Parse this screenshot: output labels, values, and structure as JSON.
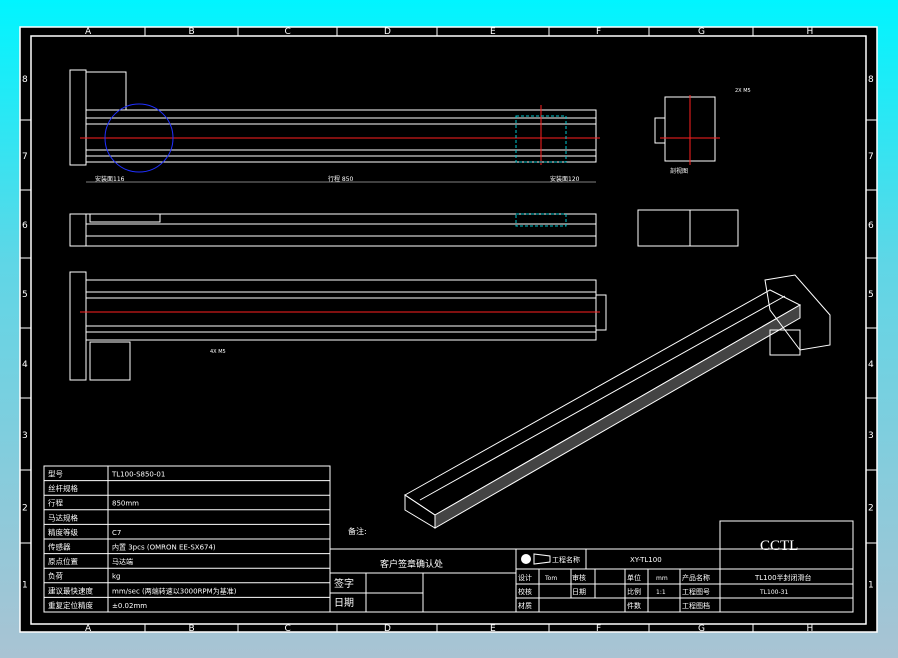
{
  "grid": {
    "columns": [
      "A",
      "B",
      "C",
      "D",
      "E",
      "F",
      "G",
      "H"
    ],
    "rows": [
      "8",
      "7",
      "6",
      "5",
      "4",
      "3",
      "2",
      "1"
    ]
  },
  "views": {
    "top_dims": {
      "left": "安装面116",
      "stroke": "行程 850",
      "right": "安装面120"
    },
    "side_label": "剖视图",
    "callout_a": "2X M5",
    "callout_b": "4X M5"
  },
  "spec_table": {
    "rows": [
      {
        "label": "型号",
        "value": "TL100-S850-01"
      },
      {
        "label": "丝杆规格",
        "value": ""
      },
      {
        "label": "行程",
        "value": "850mm"
      },
      {
        "label": "马达规格",
        "value": ""
      },
      {
        "label": "精度等级",
        "value": "C7"
      },
      {
        "label": "传感器",
        "value": "内置 3pcs (OMRON EE-SX674)"
      },
      {
        "label": "原点位置",
        "value": "马达端"
      },
      {
        "label": "负荷",
        "value": "kg"
      },
      {
        "label": "建议最快速度",
        "value": "mm/sec (两端转速以3000RPM为基准)"
      },
      {
        "label": "重复定位精度",
        "value": "±0.02mm"
      }
    ]
  },
  "remarks_label": "备注:",
  "customer_block": {
    "title": "客户签章确认处",
    "sign": "签字",
    "date": "日期"
  },
  "title_block": {
    "logo": "CCTL",
    "project_name_label": "工程名称",
    "project_name": "XY-TL100",
    "design_label": "设计",
    "design_value": "Tom",
    "review_label": "审核",
    "check_label": "校核",
    "date_label": "日期",
    "material_label": "材质",
    "unit_label": "单位",
    "unit_value": "mm",
    "scale_label": "比例",
    "scale_value": "1:1",
    "quantity_label": "件数",
    "product_name_label": "产品名称",
    "product_name": "TL100半封闭滑台",
    "drawing_no_label": "工程图号",
    "drawing_no": "TL100-31",
    "drawing_file_label": "工程图档"
  },
  "colors": {
    "background_top": "#00f5ff",
    "sheet": "#000000",
    "line": "#ffffff",
    "center": "#ff2020",
    "hidden": "#00c8d0",
    "circle": "#2030ff"
  }
}
